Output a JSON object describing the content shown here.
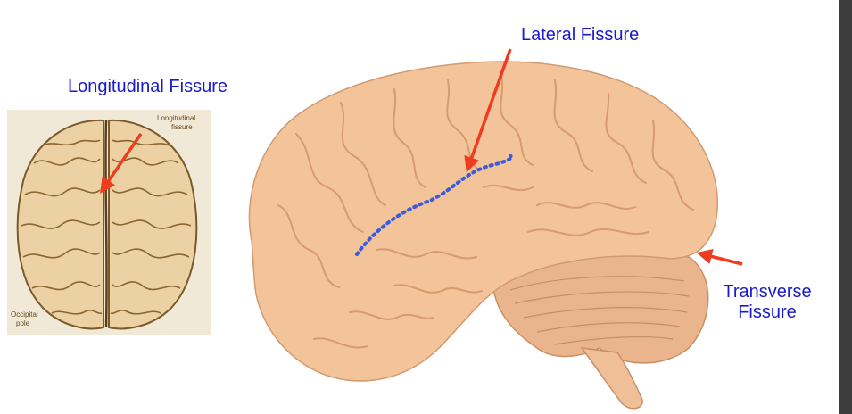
{
  "labels": {
    "longitudinal": "Longitudinal Fissure",
    "lateral": "Lateral Fissure",
    "transverse_line1": "Transverse",
    "transverse_line2": "Fissure"
  },
  "top_view": {
    "label_longitudinal_line1": "Longitudinal",
    "label_longitudinal_line2": "fissure",
    "label_occipital_line1": "Occipital",
    "label_occipital_line2": "pole"
  },
  "colors": {
    "label_text": "#1a1acc",
    "arrow": "#f03c1e",
    "lateral_fissure_dots": "#3b5bdb",
    "brain_tissue": "#f3c39a",
    "edge_bar": "#3d3d3d"
  }
}
